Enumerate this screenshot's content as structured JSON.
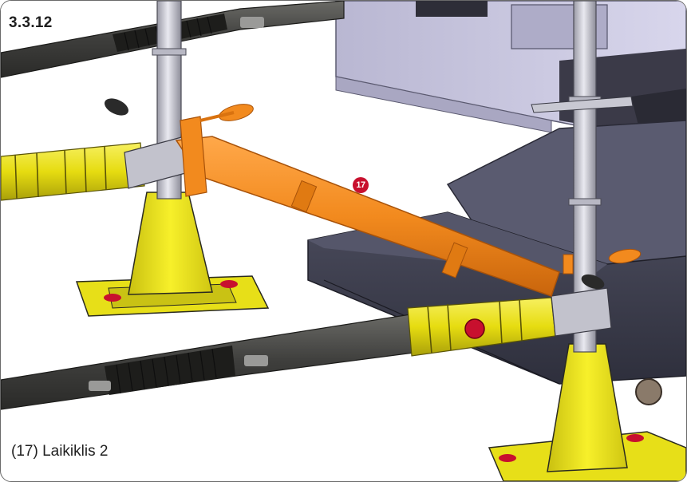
{
  "section_number": "3.3.12",
  "callout": {
    "number": "17",
    "color": "#c8102e"
  },
  "caption": "(17) Laikiklis 2",
  "colors": {
    "highlight_part": "#f28a1e",
    "stand_yellow": "#f2ea1c",
    "rail_dark": "#4a4a48",
    "machine_body": "#c9c7e0",
    "tray": "#3a3b4a"
  }
}
